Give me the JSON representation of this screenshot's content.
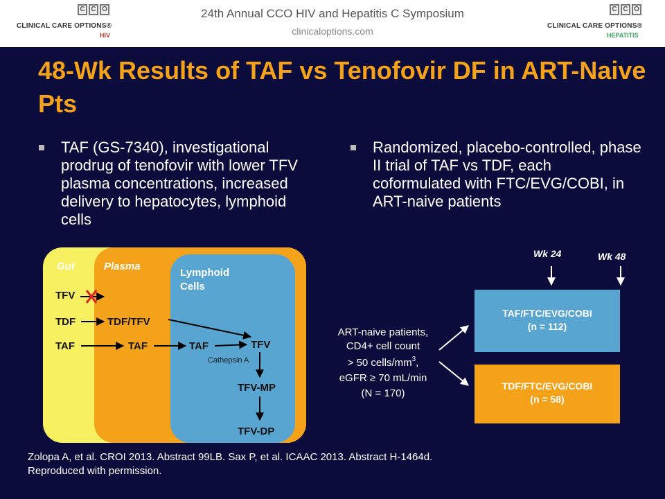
{
  "header": {
    "conference": "24th Annual CCO HIV and Hepatitis C Symposium",
    "url": "clinicaloptions.com",
    "logo_left": {
      "letters": [
        "C",
        "C",
        "O"
      ],
      "brand": "CLINICAL CARE OPTIONS®",
      "sub": "HIV"
    },
    "logo_right": {
      "letters": [
        "C",
        "C",
        "O"
      ],
      "brand": "CLINICAL CARE OPTIONS®",
      "sub": "HEPATITIS"
    }
  },
  "title": "48-Wk Results of TAF vs Tenofovir DF in ART-Naive Pts",
  "bullets": [
    "TAF (GS-7340), investigational prodrug of tenofovir with lower TFV plasma concentrations, increased delivery to hepatocytes, lymphoid cells",
    "Randomized, placebo-controlled, phase II trial of TAF vs TDF, each coformulated with FTC/EVG/COBI, in ART-naive patients"
  ],
  "mechanism": {
    "compartments": {
      "gut": "Gut",
      "plasma": "Plasma",
      "lymphoid_line1": "Lymphoid",
      "lymphoid_line2": "Cells"
    },
    "gut_items": {
      "tfv": "TFV",
      "tdf": "TDF",
      "taf": "TAF"
    },
    "plasma_items": {
      "tdf_tfv": "TDF/TFV",
      "taf": "TAF"
    },
    "lymphoid_items": {
      "taf": "TAF",
      "tfv": "TFV",
      "enzyme": "Cathepsin A",
      "tfv_mp": "TFV-MP",
      "tfv_dp": "TFV-DP"
    },
    "colors": {
      "gut": "#f7f060",
      "plasma": "#f5a21b",
      "lymphoid": "#57a5d0",
      "blocked": "#e02020"
    }
  },
  "trial": {
    "population": [
      "ART-naive patients,",
      "CD4+ cell count",
      "> 50 cells/mm",
      "3",
      ",",
      "eGFR ≥ 70 mL/min",
      "(N = 170)"
    ],
    "arm1": {
      "line1": "TAF/FTC/EVG/COBI",
      "line2": "(n = 112)",
      "color": "#57a5d0"
    },
    "arm2": {
      "line1": "TDF/FTC/EVG/COBI",
      "line2": "(n = 58)",
      "color": "#f5a21b"
    },
    "timepoints": {
      "wk24": "Wk 24",
      "wk48": "Wk 48"
    }
  },
  "citation": [
    "Zolopa A, et al. CROI 2013. Abstract 99LB. Sax P, et al. ICAAC 2013. Abstract H-1464d.",
    "Reproduced with permission."
  ]
}
